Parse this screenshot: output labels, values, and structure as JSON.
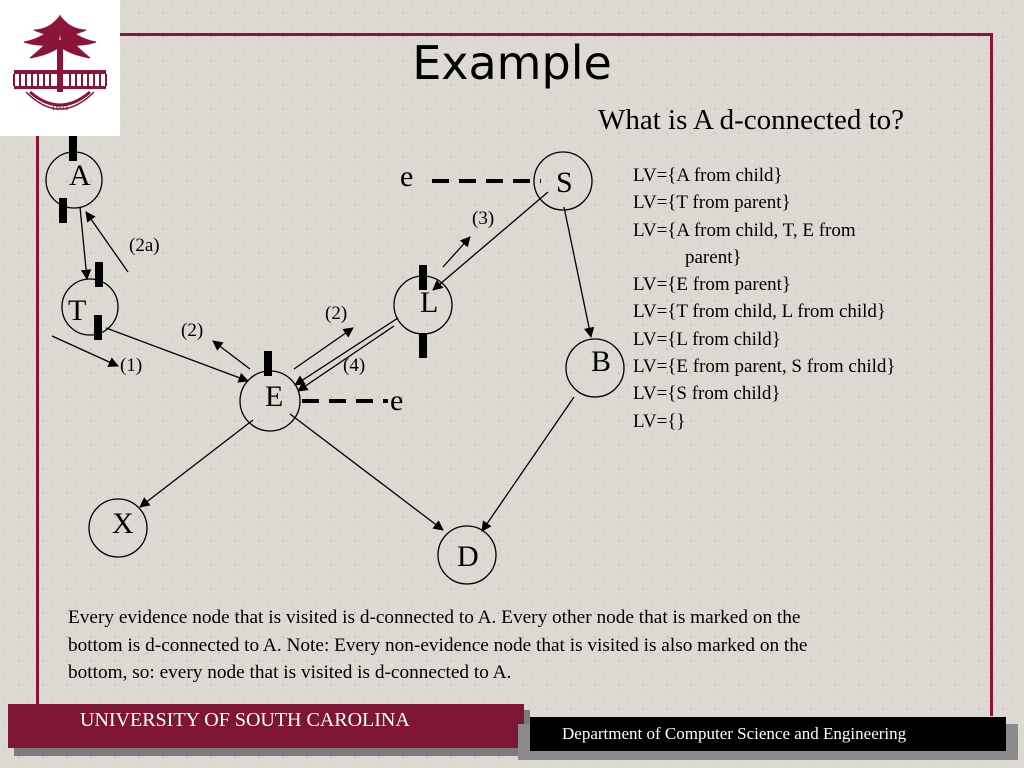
{
  "slide": {
    "title": "Example",
    "question": "What is A d-connected to?",
    "logo_year": "1801"
  },
  "lv_lines": [
    "LV={A from child}",
    "LV={T from parent}",
    "LV={A from child, T, E from",
    "parent}",
    "LV={E from parent}",
    "LV={T from child, L from child}",
    "LV={L from child}",
    "LV={E from parent, S from child}",
    "LV={S from child}",
    "LV={}"
  ],
  "diagram": {
    "nodes": {
      "A": "A",
      "T": "T",
      "E": "E",
      "L": "L",
      "S": "S",
      "B": "B",
      "X": "X",
      "D": "D"
    },
    "evidence_label": "e",
    "step_labels": {
      "s2a": "(2a)",
      "s1": "(1)",
      "s2_left": "(2)",
      "s2_right": "(2)",
      "s3": "(3)",
      "s4": "(4)"
    }
  },
  "bottom_text": {
    "line1": "Every evidence node that is visited is d-connected to A.  Every other node that is marked on the",
    "line2": "bottom is d-connected to A.  Note: Every non-evidence node that is visited is also marked on the",
    "line3": "bottom, so: every node that is visited is d-connected to A."
  },
  "footer": {
    "university": "UNIVERSITY OF SOUTH CAROLINA",
    "department": "Department of Computer Science and Engineering"
  },
  "colors": {
    "garnet": "#8b1538",
    "footer_black": "#000000",
    "background": "#dcd8d2"
  }
}
